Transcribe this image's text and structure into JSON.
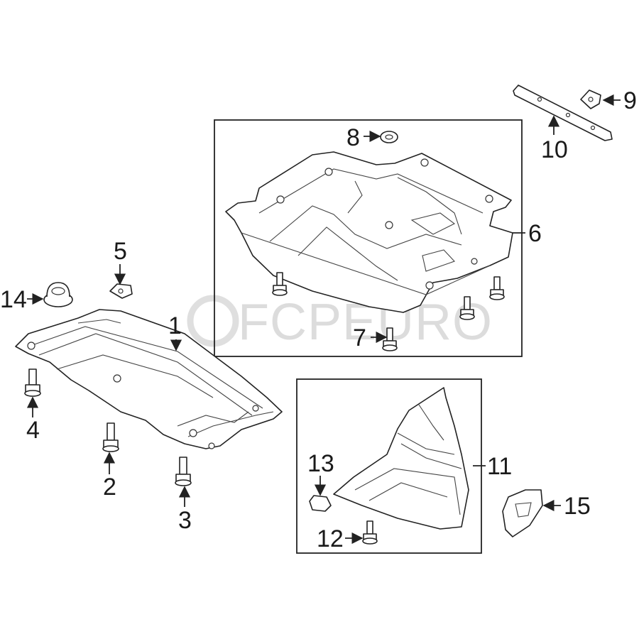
{
  "diagram": {
    "callouts": [
      {
        "id": "1",
        "text": "1"
      },
      {
        "id": "2",
        "text": "2"
      },
      {
        "id": "3",
        "text": "3"
      },
      {
        "id": "4",
        "text": "4"
      },
      {
        "id": "5",
        "text": "5"
      },
      {
        "id": "6",
        "text": "6"
      },
      {
        "id": "7",
        "text": "7"
      },
      {
        "id": "8",
        "text": "8"
      },
      {
        "id": "9",
        "text": "9"
      },
      {
        "id": "10",
        "text": "10"
      },
      {
        "id": "11",
        "text": "11"
      },
      {
        "id": "12",
        "text": "12"
      },
      {
        "id": "13",
        "text": "13"
      },
      {
        "id": "14",
        "text": "14"
      },
      {
        "id": "15",
        "text": "15"
      }
    ],
    "watermark": "FCPEURO"
  }
}
